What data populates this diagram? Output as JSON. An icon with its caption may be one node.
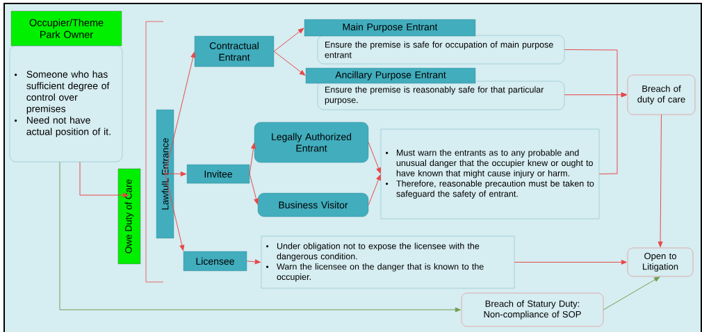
{
  "diagram": {
    "nodes": [
      {
        "text": [
          "Occupier/Theme Park Owner"
        ]
      },
      {
        "text": [
          "Someone who has sufficient degree of control over premises",
          "Need not have actual position of it."
        ]
      },
      {
        "text": [
          "Owe Duty of Care"
        ]
      },
      {
        "text": [
          "LawfulL Entrance"
        ]
      },
      {
        "text": [
          "Contractual Entrant"
        ]
      },
      {
        "text": [
          "Invitee"
        ]
      },
      {
        "text": [
          "Licensee"
        ]
      },
      {
        "text": [
          "Main Purpose Entrant"
        ]
      },
      {
        "text": [
          "Ensure the premise is safe for occupation of main purpose entrant"
        ]
      },
      {
        "text": [
          "Ancillary Purpose Entrant"
        ]
      },
      {
        "text": [
          "Ensure the premise is reasonably safe for that particular purpose."
        ]
      },
      {
        "text": [
          "Legally Authorized Entrant"
        ]
      },
      {
        "text": [
          "Business Visitor"
        ]
      },
      {
        "text": [
          "Must warn the entrants as to any probable and unusual danger that the occupier knew or ought to have known that might cause injury or harm.",
          "Therefore, reasonable precaution must be taken to safeguard the safety of entrant."
        ]
      },
      {
        "text": [
          "Under obligation not to expose the licensee with the dangerous condition.",
          "Warn the licensee on the danger that is known to the occupier."
        ]
      },
      {
        "text": [
          "Breach of duty of care"
        ]
      },
      {
        "text": [
          "Open to Litigation"
        ]
      },
      {
        "text": [
          "Breach of Statury Duty: Non-compliance of SOP"
        ]
      }
    ],
    "edges": [
      {
        "from": 1,
        "to": 2,
        "arrow": "to"
      },
      {
        "from": 3,
        "to": 4,
        "arrow": "to"
      },
      {
        "from": 3,
        "to": 5,
        "arrow": "to"
      },
      {
        "from": 3,
        "to": 6,
        "arrow": "to"
      },
      {
        "from": 4,
        "to": 7,
        "arrow": "to"
      },
      {
        "from": 4,
        "to": 9,
        "arrow": "to"
      },
      {
        "from": 5,
        "to": 11,
        "arrow": "to"
      },
      {
        "from": 5,
        "to": 12,
        "arrow": "to"
      },
      {
        "from": 11,
        "to": 13,
        "arrow": "to"
      },
      {
        "from": 12,
        "to": 13,
        "arrow": "to"
      },
      {
        "from": 6,
        "to": 14,
        "arrow": "to"
      },
      {
        "from": 8,
        "to": 15,
        "arrow": "to"
      },
      {
        "from": 10,
        "to": 15,
        "arrow": "to"
      },
      {
        "from": 13,
        "to": 15,
        "arrow": "to"
      },
      {
        "from": 15,
        "to": 16,
        "arrow": "to"
      },
      {
        "from": 14,
        "to": 16,
        "arrow": "to"
      },
      {
        "from": 1,
        "to": 17,
        "arrow": "to",
        "color": "#70a050"
      },
      {
        "from": 17,
        "to": 16,
        "arrow": "to",
        "color": "#70a050"
      }
    ]
  }
}
